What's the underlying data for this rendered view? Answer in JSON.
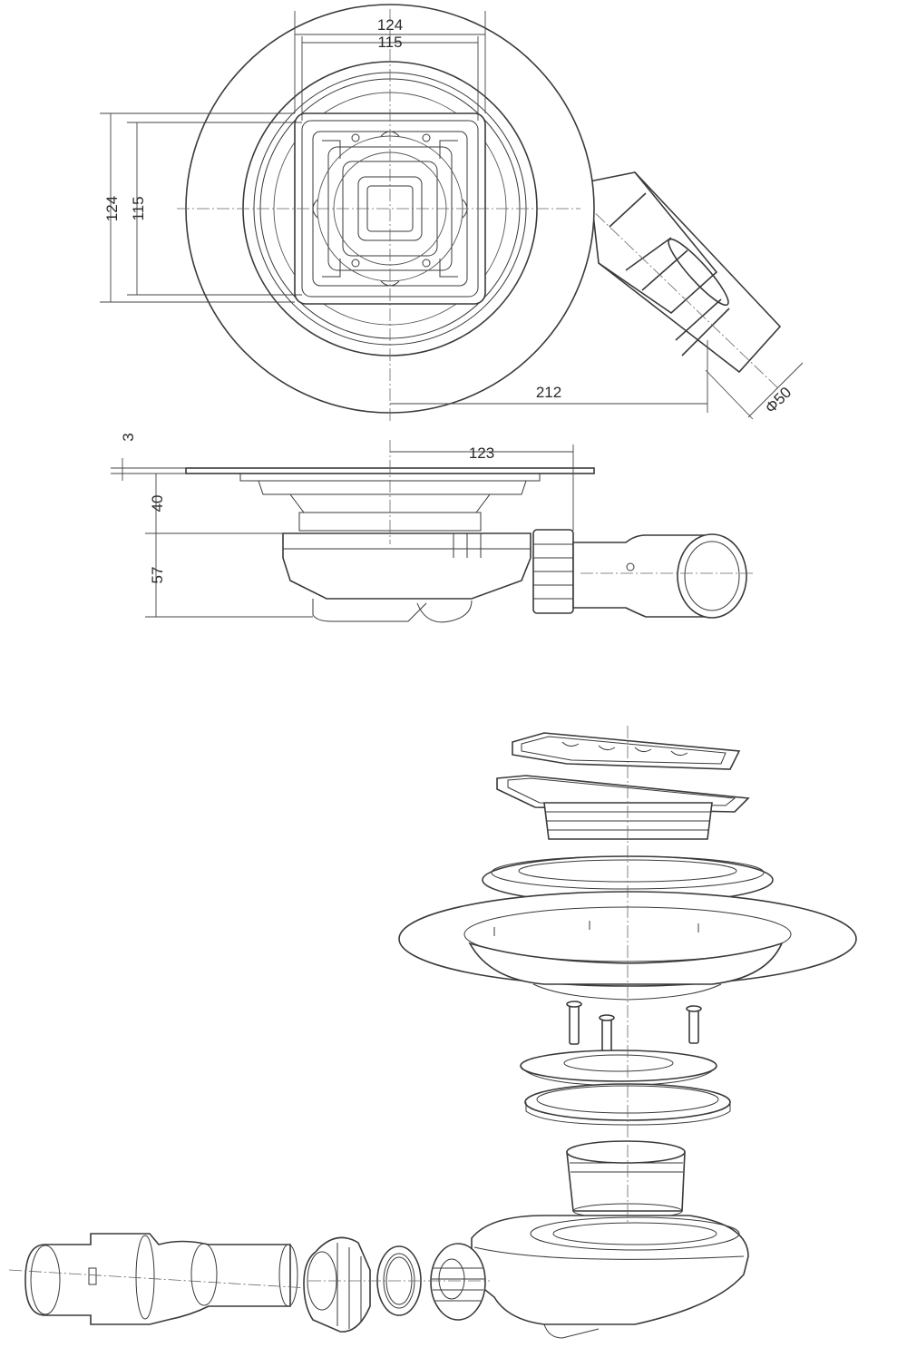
{
  "dimensions": {
    "top_width_outer": "124",
    "top_width_inner": "115",
    "side_height_outer": "124",
    "side_height_inner": "115",
    "outlet_offset": "212",
    "outlet_diameter": "Φ50",
    "plate_thickness": "3",
    "outlet_reach": "123",
    "upper_height": "40",
    "lower_height": "57"
  },
  "icons": {
    "top_view": "drain-top-view",
    "side_view": "drain-side-view",
    "exploded_view": "drain-exploded-view"
  }
}
